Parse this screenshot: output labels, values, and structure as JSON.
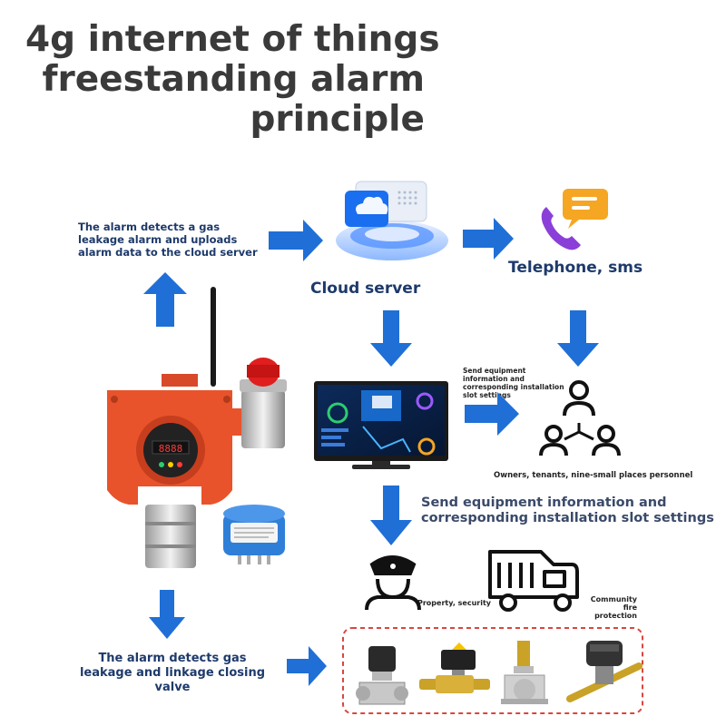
{
  "title": {
    "line1": "4g internet of things",
    "line2": "freestanding alarm",
    "line3": "principle"
  },
  "labels": {
    "alarm_upload": "The alarm detects a gas leakage alarm and uploads alarm data to the cloud server",
    "cloud_server": "Cloud server",
    "telephone_sms": "Telephone, sms",
    "send_small": "Send equipment information and corresponding installation slot settings",
    "owners": "Owners, tenants, nine-small places personnel",
    "send_large": "Send equipment information and corresponding installation slot settings",
    "property_security": "Property, security",
    "fire_line1": "Community",
    "fire_line2": "fire protection",
    "closing_valve": "The alarm detects gas leakage and linkage closing valve"
  },
  "detector": {
    "display": "8888"
  },
  "colors": {
    "arrow": "#1f6fd6",
    "title": "#3a3a3a",
    "label": "#1e3a6b",
    "detector": "#e8532b",
    "dashed_border": "#d9463e"
  },
  "icons": [
    "cloud-server-icon",
    "phone-icon",
    "chat-bubble-icon",
    "monitor-icon",
    "people-network-icon",
    "police-officer-icon",
    "fire-truck-icon",
    "gas-detector-icon",
    "valve-icon"
  ]
}
